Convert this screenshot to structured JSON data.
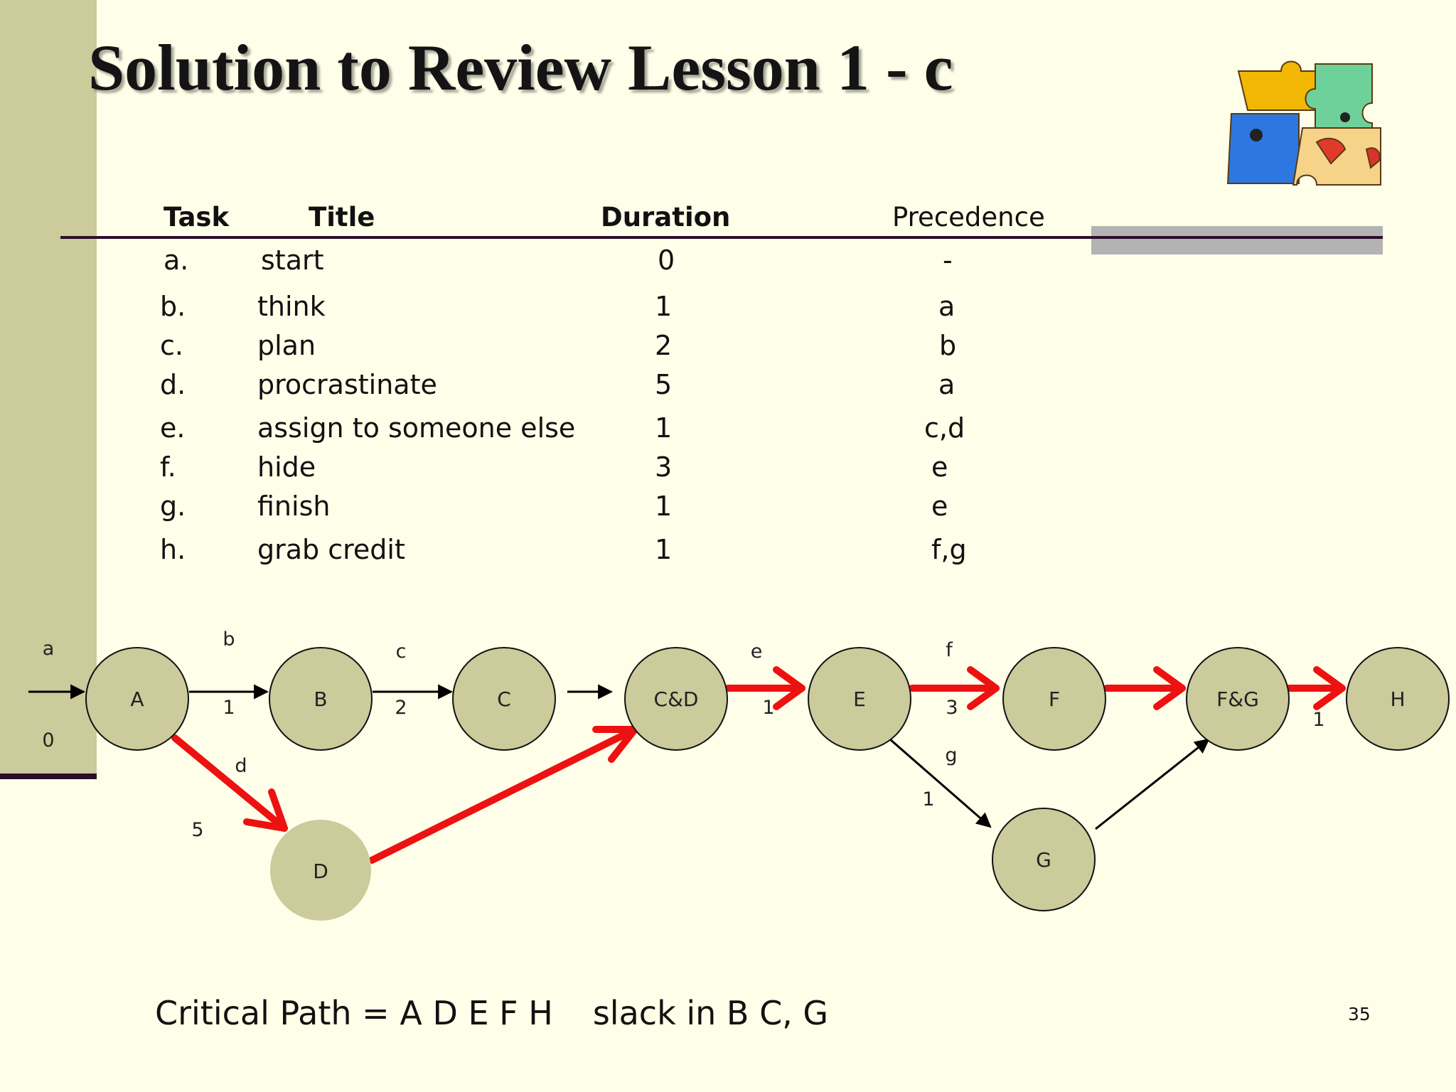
{
  "title": "Solution to Review Lesson 1 - c",
  "table": {
    "headers": {
      "task": "Task",
      "title": "Title",
      "duration": "Duration",
      "precedence": "Precedence"
    },
    "rows": [
      {
        "task": "a.",
        "title": "start",
        "duration": "0",
        "precedence": "-"
      },
      {
        "task": "b.",
        "title": "think",
        "duration": "1",
        "precedence": "a"
      },
      {
        "task": "c.",
        "title": "plan",
        "duration": "2",
        "precedence": "b"
      },
      {
        "task": "d.",
        "title": "procrastinate",
        "duration": "5",
        "precedence": "a"
      },
      {
        "task": "e.",
        "title": "assign to someone else",
        "duration": "1",
        "precedence": "c,d"
      },
      {
        "task": "f.",
        "title": "hide",
        "duration": "3",
        "precedence": "e"
      },
      {
        "task": "g.",
        "title": "finish",
        "duration": "1",
        "precedence": "e"
      },
      {
        "task": "h.",
        "title": "grab credit",
        "duration": "1",
        "precedence": "f,g"
      }
    ]
  },
  "network": {
    "nodes": {
      "A": "A",
      "B": "B",
      "C": "C",
      "CD": "C&D",
      "D": "D",
      "E": "E",
      "F": "F",
      "G": "G",
      "FG": "F&G",
      "H": "H"
    },
    "edge_labels": {
      "a": "a",
      "a_dur": "0",
      "b": "b",
      "b_dur": "1",
      "c": "c",
      "c_dur": "2",
      "d": "d",
      "d_dur": "5",
      "e": "e",
      "e_dur": "1",
      "f": "f",
      "f_dur": "3",
      "g": "g",
      "g_dur": "1",
      "h_dur": "1"
    }
  },
  "footer": {
    "critical_path": "Critical Path = A  D  E  F  H",
    "slack": "slack in  B C,  G"
  },
  "page_number": "35",
  "colors": {
    "background": "#fefee9",
    "sidebar": "#cbcb9b",
    "node_fill": "#cbcb9b",
    "critical": "#ee1111",
    "rule": "#2a0f2a"
  }
}
